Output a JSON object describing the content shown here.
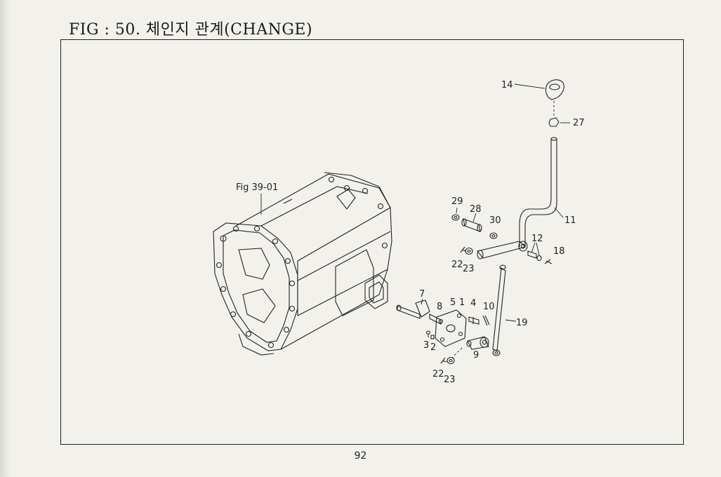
{
  "title": "FIG : 50. 체인지 관계(CHANGE)",
  "figure_reference": "Fig 39-01",
  "page_number": "92",
  "callouts": {
    "p1": "1",
    "p2": "2",
    "p3": "3",
    "p4": "4",
    "p5": "5",
    "p7": "7",
    "p8": "8",
    "p9": "9",
    "p10": "10",
    "p11": "11",
    "p12": "12",
    "p14": "14",
    "p18": "18",
    "p19": "19",
    "p22a": "22",
    "p23a": "23",
    "p22b": "22",
    "p23b": "23",
    "p27": "27",
    "p28": "28",
    "p29": "29",
    "p30": "30"
  }
}
